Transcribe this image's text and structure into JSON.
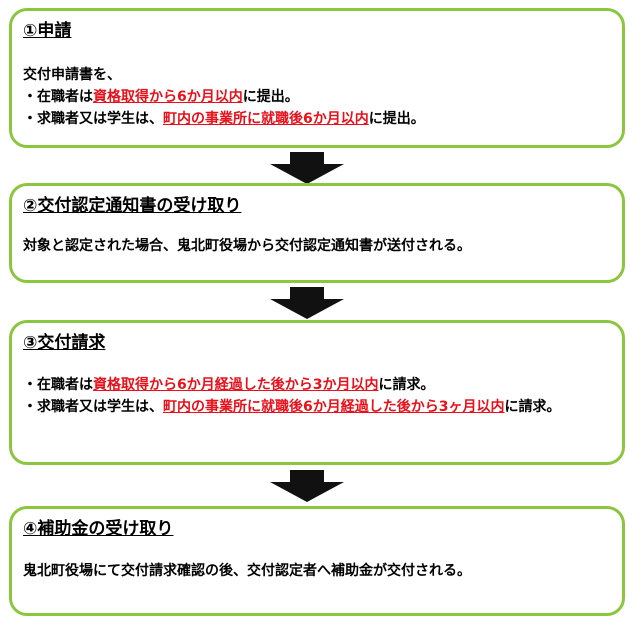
{
  "colors": {
    "border": "#8cc63f",
    "highlight": "#e8101a",
    "arrow": "#111111"
  },
  "steps": [
    {
      "title": "①申請",
      "intro": "交付申請書を、",
      "items": [
        {
          "bullet": "・",
          "prefix": "在職者は",
          "highlight": "資格取得から6か月以内",
          "suffix": "に提出。"
        },
        {
          "bullet": "・",
          "prefix": "求職者又は学生は、",
          "highlight": "町内の事業所に就職後6か月以内",
          "suffix": "に提出。"
        }
      ]
    },
    {
      "title": "②交付認定通知書の受け取り",
      "body": "対象と認定された場合、鬼北町役場から交付認定通知書が送付される。"
    },
    {
      "title": "③交付請求",
      "items": [
        {
          "bullet": "・",
          "prefix": "在職者は",
          "highlight": "資格取得から6か月経過した後から3か月以内",
          "suffix": "に請求。"
        },
        {
          "bullet": "・",
          "prefix": "求職者又は学生は、",
          "highlight": "町内の事業所に就職後6か月経過した後から3ヶ月以内",
          "suffix": "に請求。"
        }
      ]
    },
    {
      "title": "④補助金の受け取り",
      "body": "鬼北町役場にて交付請求確認の後、交付認定者へ補助金が交付される。"
    }
  ]
}
